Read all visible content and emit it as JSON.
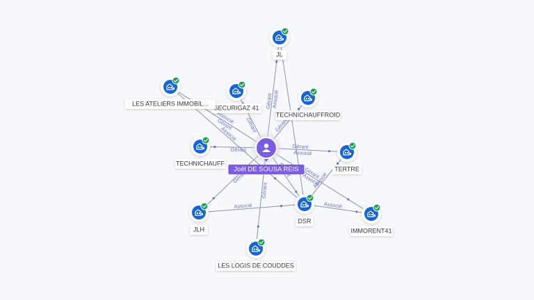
{
  "colors": {
    "edge": "#8a90b0",
    "edge_label": "#6a70c8",
    "node_blue": "#1565d8",
    "check_green": "#1f9d55",
    "center_purple": "#7b5ce6",
    "label_text": "#333844"
  },
  "center": {
    "name": "Joël DE SOUSA REIS",
    "icon": "person-icon"
  },
  "nodes": [
    {
      "id": "jl",
      "label": "JL",
      "icon": "building-icon",
      "badge": "check-icon"
    },
    {
      "id": "securigaz",
      "label": "SECURIGAZ 41",
      "icon": "building-icon",
      "badge": "check-icon"
    },
    {
      "id": "ateliers",
      "label": "LES ATELIERS IMMOBIL...",
      "icon": "building-icon",
      "badge": "check-icon"
    },
    {
      "id": "technichauffroid",
      "label": "TECHNICHAUFFROID",
      "icon": "building-icon",
      "badge": "check-icon"
    },
    {
      "id": "technichauff",
      "label": "TECHNICHAUFF",
      "icon": "building-icon",
      "badge": "check-icon"
    },
    {
      "id": "tertre",
      "label": "TERTRE",
      "icon": "building-icon",
      "badge": "check-icon"
    },
    {
      "id": "jlh",
      "label": "JLH",
      "icon": "building-icon",
      "badge": "check-icon"
    },
    {
      "id": "dsr",
      "label": "DSR",
      "icon": "building-icon",
      "badge": "check-icon"
    },
    {
      "id": "immorent",
      "label": "IMMORENT41",
      "icon": "building-icon",
      "badge": "check-icon"
    },
    {
      "id": "logis",
      "label": "LES LOGIS DE COUDDES",
      "icon": "building-icon",
      "badge": "check-icon"
    }
  ],
  "edges": [
    {
      "from": "center",
      "to": "jl",
      "labels": [
        "Gérant",
        "Associé"
      ]
    },
    {
      "from": "center",
      "to": "securigaz",
      "labels": [
        "Gérant"
      ]
    },
    {
      "from": "center",
      "to": "ateliers",
      "labels": [
        "Gérant",
        "Associé"
      ]
    },
    {
      "from": "center",
      "to": "technichauffroid",
      "labels": [
        "Gérant"
      ]
    },
    {
      "from": "center",
      "to": "technichauff",
      "labels": [
        "Gérant"
      ]
    },
    {
      "from": "center",
      "to": "tertre",
      "labels": [
        "Gérant",
        "Associé"
      ]
    },
    {
      "from": "center",
      "to": "jlh",
      "labels": [
        "Gérant"
      ]
    },
    {
      "from": "center",
      "to": "dsr",
      "labels": [
        "Gérant"
      ]
    },
    {
      "from": "center",
      "to": "immorent",
      "labels": [
        "Gérant",
        "Associé"
      ]
    },
    {
      "from": "center",
      "to": "logis",
      "labels": [
        "Gérant"
      ]
    },
    {
      "from": "jl",
      "to": "dsr",
      "labels": []
    },
    {
      "from": "ateliers",
      "to": "dsr",
      "labels": [
        "Associé"
      ]
    },
    {
      "from": "dsr",
      "to": "immorent",
      "labels": [
        "Associé"
      ]
    },
    {
      "from": "jlh",
      "to": "dsr",
      "labels": [
        "Associé"
      ]
    },
    {
      "from": "dsr",
      "to": "tertre",
      "labels": [
        "Associé"
      ]
    }
  ]
}
